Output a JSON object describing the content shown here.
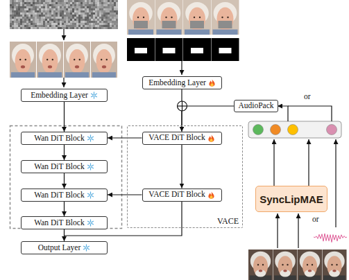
{
  "diagram": {
    "nodes": [
      {
        "text": [
          "Embedding Layer"
        ]
      },
      {
        "text": [
          "Embedding Layer"
        ]
      },
      {
        "text": [
          "AudioPack"
        ]
      },
      {
        "text": [
          "VACE"
        ]
      },
      {
        "text": [
          "Wan DiT Block"
        ]
      },
      {
        "text": [
          "VACE DiT Block"
        ],
        "in": 3
      },
      {
        "text": [
          "Wan DiT Block"
        ]
      },
      {
        "text": [
          "Wan DiT Block"
        ]
      },
      {
        "text": [
          "VACE DiT Block"
        ],
        "in": 3
      },
      {
        "text": [
          "Wan DiT Block"
        ]
      },
      {
        "text": [
          "SyncLipMAE"
        ]
      },
      {
        "text": [
          "Output Layer"
        ]
      }
    ],
    "edges": [
      {
        "from": 0,
        "to": 4,
        "arrow": "to"
      },
      {
        "from": 1,
        "to": 5,
        "arrow": "to"
      },
      {
        "from": 2,
        "to": 5,
        "arrow": "to"
      },
      {
        "from": 5,
        "to": 4,
        "arrow": "to"
      },
      {
        "from": 4,
        "to": 6,
        "arrow": "to"
      },
      {
        "from": 6,
        "to": 7,
        "arrow": "to"
      },
      {
        "from": 5,
        "to": 8,
        "arrow": "to"
      },
      {
        "from": 8,
        "to": 7,
        "arrow": "to"
      },
      {
        "from": 7,
        "to": 9,
        "arrow": "to"
      },
      {
        "from": 9,
        "to": 11,
        "arrow": "to"
      }
    ],
    "labels": [
      "or",
      "or"
    ]
  }
}
